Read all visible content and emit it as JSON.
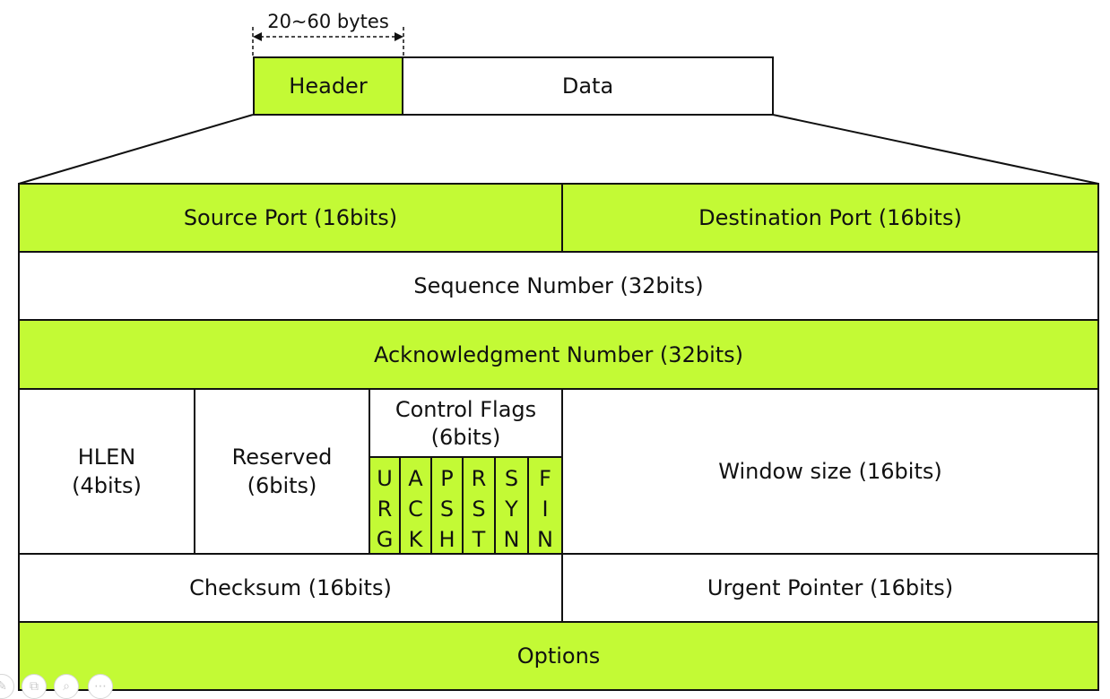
{
  "top": {
    "size_label": "20~60 bytes",
    "header_label": "Header",
    "data_label": "Data"
  },
  "fields": {
    "source_port": "Source Port (16bits)",
    "destination_port": "Destination Port (16bits)",
    "sequence_number": "Sequence Number (32bits)",
    "acknowledgment_number": "Acknowledgment Number (32bits)",
    "hlen": "HLEN\n(4bits)",
    "reserved": "Reserved\n(6bits)",
    "control_flags": "Control Flags\n(6bits)",
    "flags": [
      "URG",
      "ACK",
      "PSH",
      "RST",
      "SYN",
      "FIN"
    ],
    "window_size": "Window size (16bits)",
    "checksum": "Checksum (16bits)",
    "urgent_pointer": "Urgent Pointer (16bits)",
    "options": "Options"
  },
  "colors": {
    "highlight": "#c3fa35",
    "border": "#111111",
    "background": "#ffffff"
  },
  "viewer_controls": [
    "edit-icon",
    "copy-icon",
    "zoom-icon",
    "more-icon"
  ]
}
